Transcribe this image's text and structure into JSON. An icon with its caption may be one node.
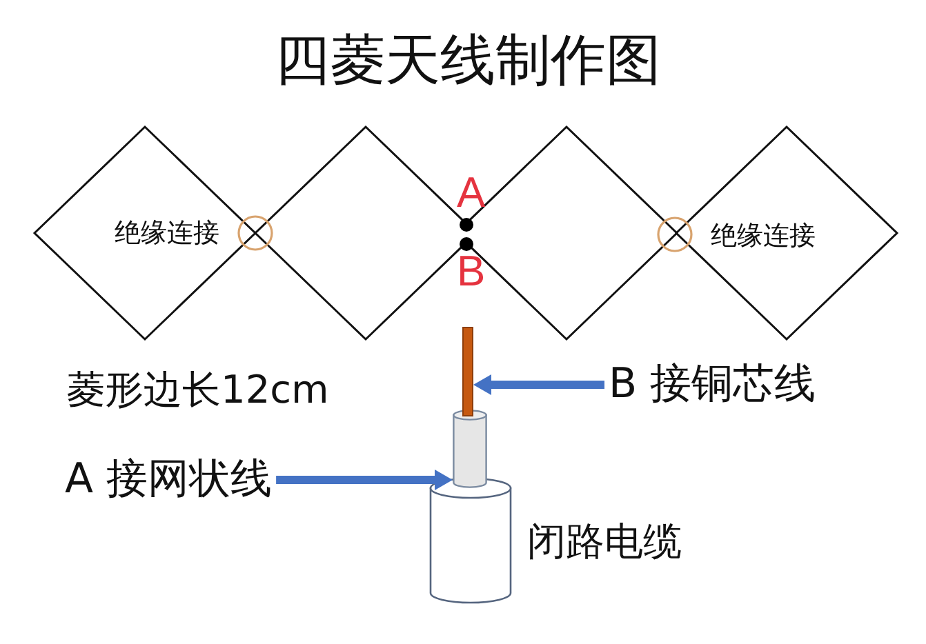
{
  "diagram": {
    "title": "四菱天线制作图",
    "nodes": [
      {
        "text": [
          "绝缘连接"
        ]
      },
      {
        "text": [],
        "shape": "diamond"
      },
      {
        "text": [],
        "shape": "diamond"
      },
      {
        "text": [
          "绝缘连接"
        ]
      },
      {
        "text": [],
        "shape": "bar"
      },
      {
        "text": [
          "B 接铜芯线"
        ]
      },
      {
        "text": [
          "A 接网状线"
        ]
      },
      {
        "text": [],
        "shape": "cylinder"
      }
    ],
    "edges": [
      {
        "from": 5,
        "to": 4,
        "arrow": "to"
      },
      {
        "from": 6,
        "to": 7,
        "arrow": "to"
      }
    ],
    "labels": [
      "A",
      "B",
      "菱形边长12cm",
      "闭路电缆"
    ]
  }
}
